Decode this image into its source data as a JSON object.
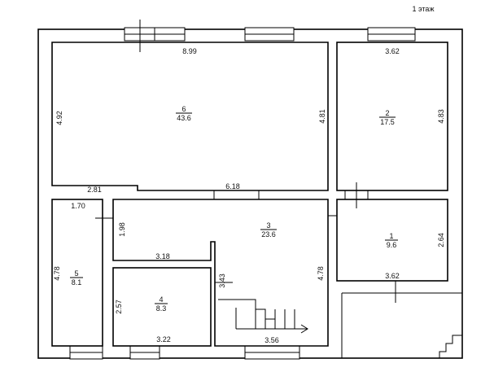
{
  "floor_label": "1 этаж",
  "rooms": [
    {
      "id": "room-6",
      "number": "6",
      "area": "43.6"
    },
    {
      "id": "room-2",
      "number": "2",
      "area": "17.5"
    },
    {
      "id": "room-3",
      "number": "3",
      "area": "23.6"
    },
    {
      "id": "room-1",
      "number": "1",
      "area": "9.6"
    },
    {
      "id": "room-5",
      "number": "5",
      "area": "8.1"
    },
    {
      "id": "room-4",
      "number": "4",
      "area": "8.3"
    }
  ],
  "dimensions": {
    "r6_top": "8.99",
    "r6_left": "4.92",
    "r6_right": "4.81",
    "r6_bottom_left": "2.81",
    "r6_bottom": "6.18",
    "r2_top": "3.62",
    "r2_right": "4.83",
    "r5_top": "1.70",
    "r5_side": "1.98",
    "r5_left": "4.78",
    "r3_inner": "3.18",
    "r3_right": "4.78",
    "r3_corridor": "3.43",
    "r1_right": "2.64",
    "r1_bottom": "3.62",
    "r4_left": "2.57",
    "r4_bottom": "3.22",
    "stairs": "3.56"
  }
}
